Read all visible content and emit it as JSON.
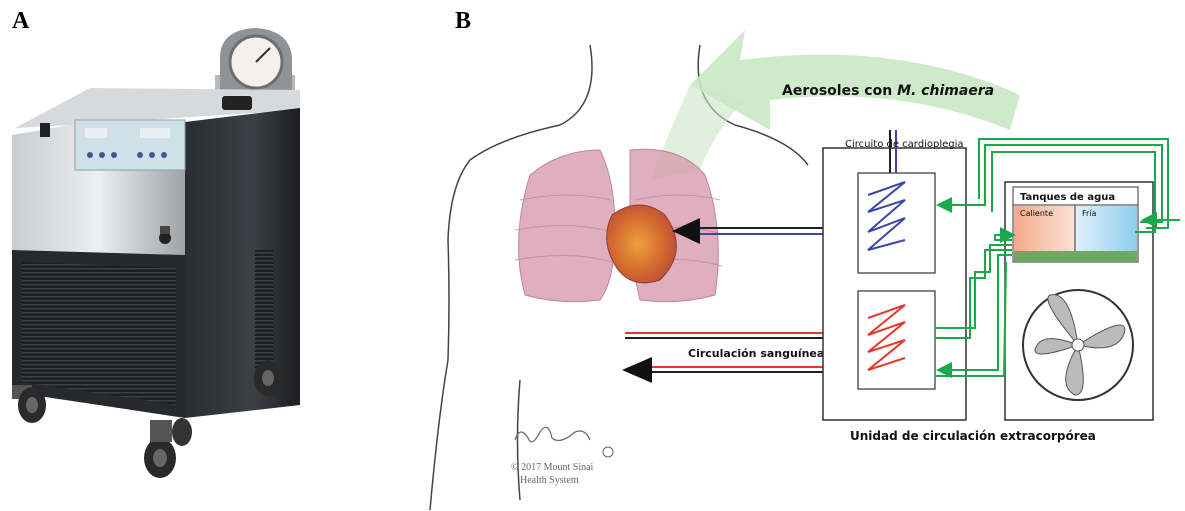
{
  "panels": {
    "a_letter": "A",
    "b_letter": "B"
  },
  "diagram": {
    "aerosol_label_prefix": "Aerosoles con ",
    "aerosol_label_italic": "M. chimaera",
    "cardioplegia_label": "Circuito de cardioplegia",
    "tanks_title": "Tanques de agua",
    "hot_label": "Caliente",
    "cold_label": "Fría",
    "blood_label": "Circulación sanguínea",
    "unit_label": "Unidad de circulación extracorpórea",
    "copyright_line1": "© 2017 Mount Sinai",
    "copyright_line2": "Health System"
  },
  "colors": {
    "green_flow": "#1aa84a",
    "aerosol_arrow": "#c9e8c4",
    "blue_coil": "#3b46a8",
    "red_coil": "#e23a2a",
    "hot_tank": "#f5b9a0",
    "cold_tank": "#a9d8f0",
    "water_level": "#6fa860",
    "lung": "#d79cb0",
    "heart": "#d9743a"
  },
  "icons": [
    "fan-icon",
    "signature-mark",
    "heater-cooler-device"
  ]
}
